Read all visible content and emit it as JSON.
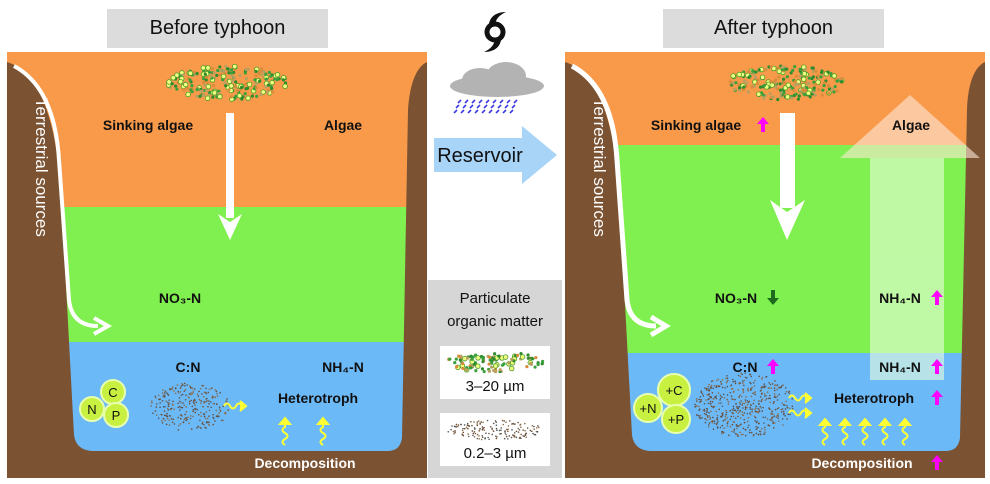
{
  "colors": {
    "surface": "#f99a4a",
    "middle": "#80f050",
    "bottom": "#6cb9f8",
    "soil": "#7b5232",
    "increase": "#ff00ff",
    "decrease": "#1e6b1e",
    "energy": "#ffff33"
  },
  "before": {
    "title": "Before typhoon",
    "terrestrial": "Terrestrial sources",
    "sinking_algae": "Sinking algae",
    "algae": "Algae",
    "no3": "NO₃-N",
    "cn": "C:N",
    "nh4": "NH₄-N",
    "heterotroph": "Heterotroph",
    "decomposition": "Decomposition",
    "nutrients": [
      "C",
      "N",
      "P"
    ]
  },
  "center": {
    "reservoir": "Reservoir",
    "pom_title_1": "Particulate",
    "pom_title_2": "organic matter",
    "size_large": "3–20 µm",
    "size_small": "0.2–3 µm"
  },
  "after": {
    "title": "After typhoon",
    "terrestrial": "Terrestrial sources",
    "sinking_algae": "Sinking algae",
    "algae": "Algae",
    "no3": "NO₃-N",
    "cn": "C:N",
    "nh4_upper": "NH₄-N",
    "nh4_lower": "NH₄-N",
    "heterotroph": "Heterotroph",
    "decomposition": "Decomposition",
    "nutrients": [
      "+C",
      "+N",
      "+P"
    ]
  }
}
